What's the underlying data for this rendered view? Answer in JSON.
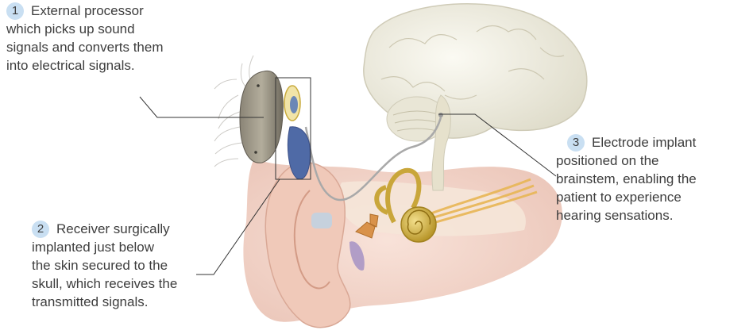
{
  "callouts": [
    {
      "number": "1",
      "lines": [
        "External processor",
        "which picks up sound",
        "signals and converts them",
        "into electrical signals."
      ]
    },
    {
      "number": "2",
      "lines": [
        "Receiver surgically",
        "implanted just below",
        "the skin secured to the",
        "skull, which receives the",
        "transmitted signals."
      ]
    },
    {
      "number": "3",
      "lines": [
        "Electrode implant",
        "positioned on the",
        "brainstem, enabling the",
        "patient to experience",
        "hearing sensations."
      ]
    }
  ],
  "colors": {
    "badge": "#c9dff2",
    "text": "#3d3d3d",
    "leader_line": "#333333"
  }
}
